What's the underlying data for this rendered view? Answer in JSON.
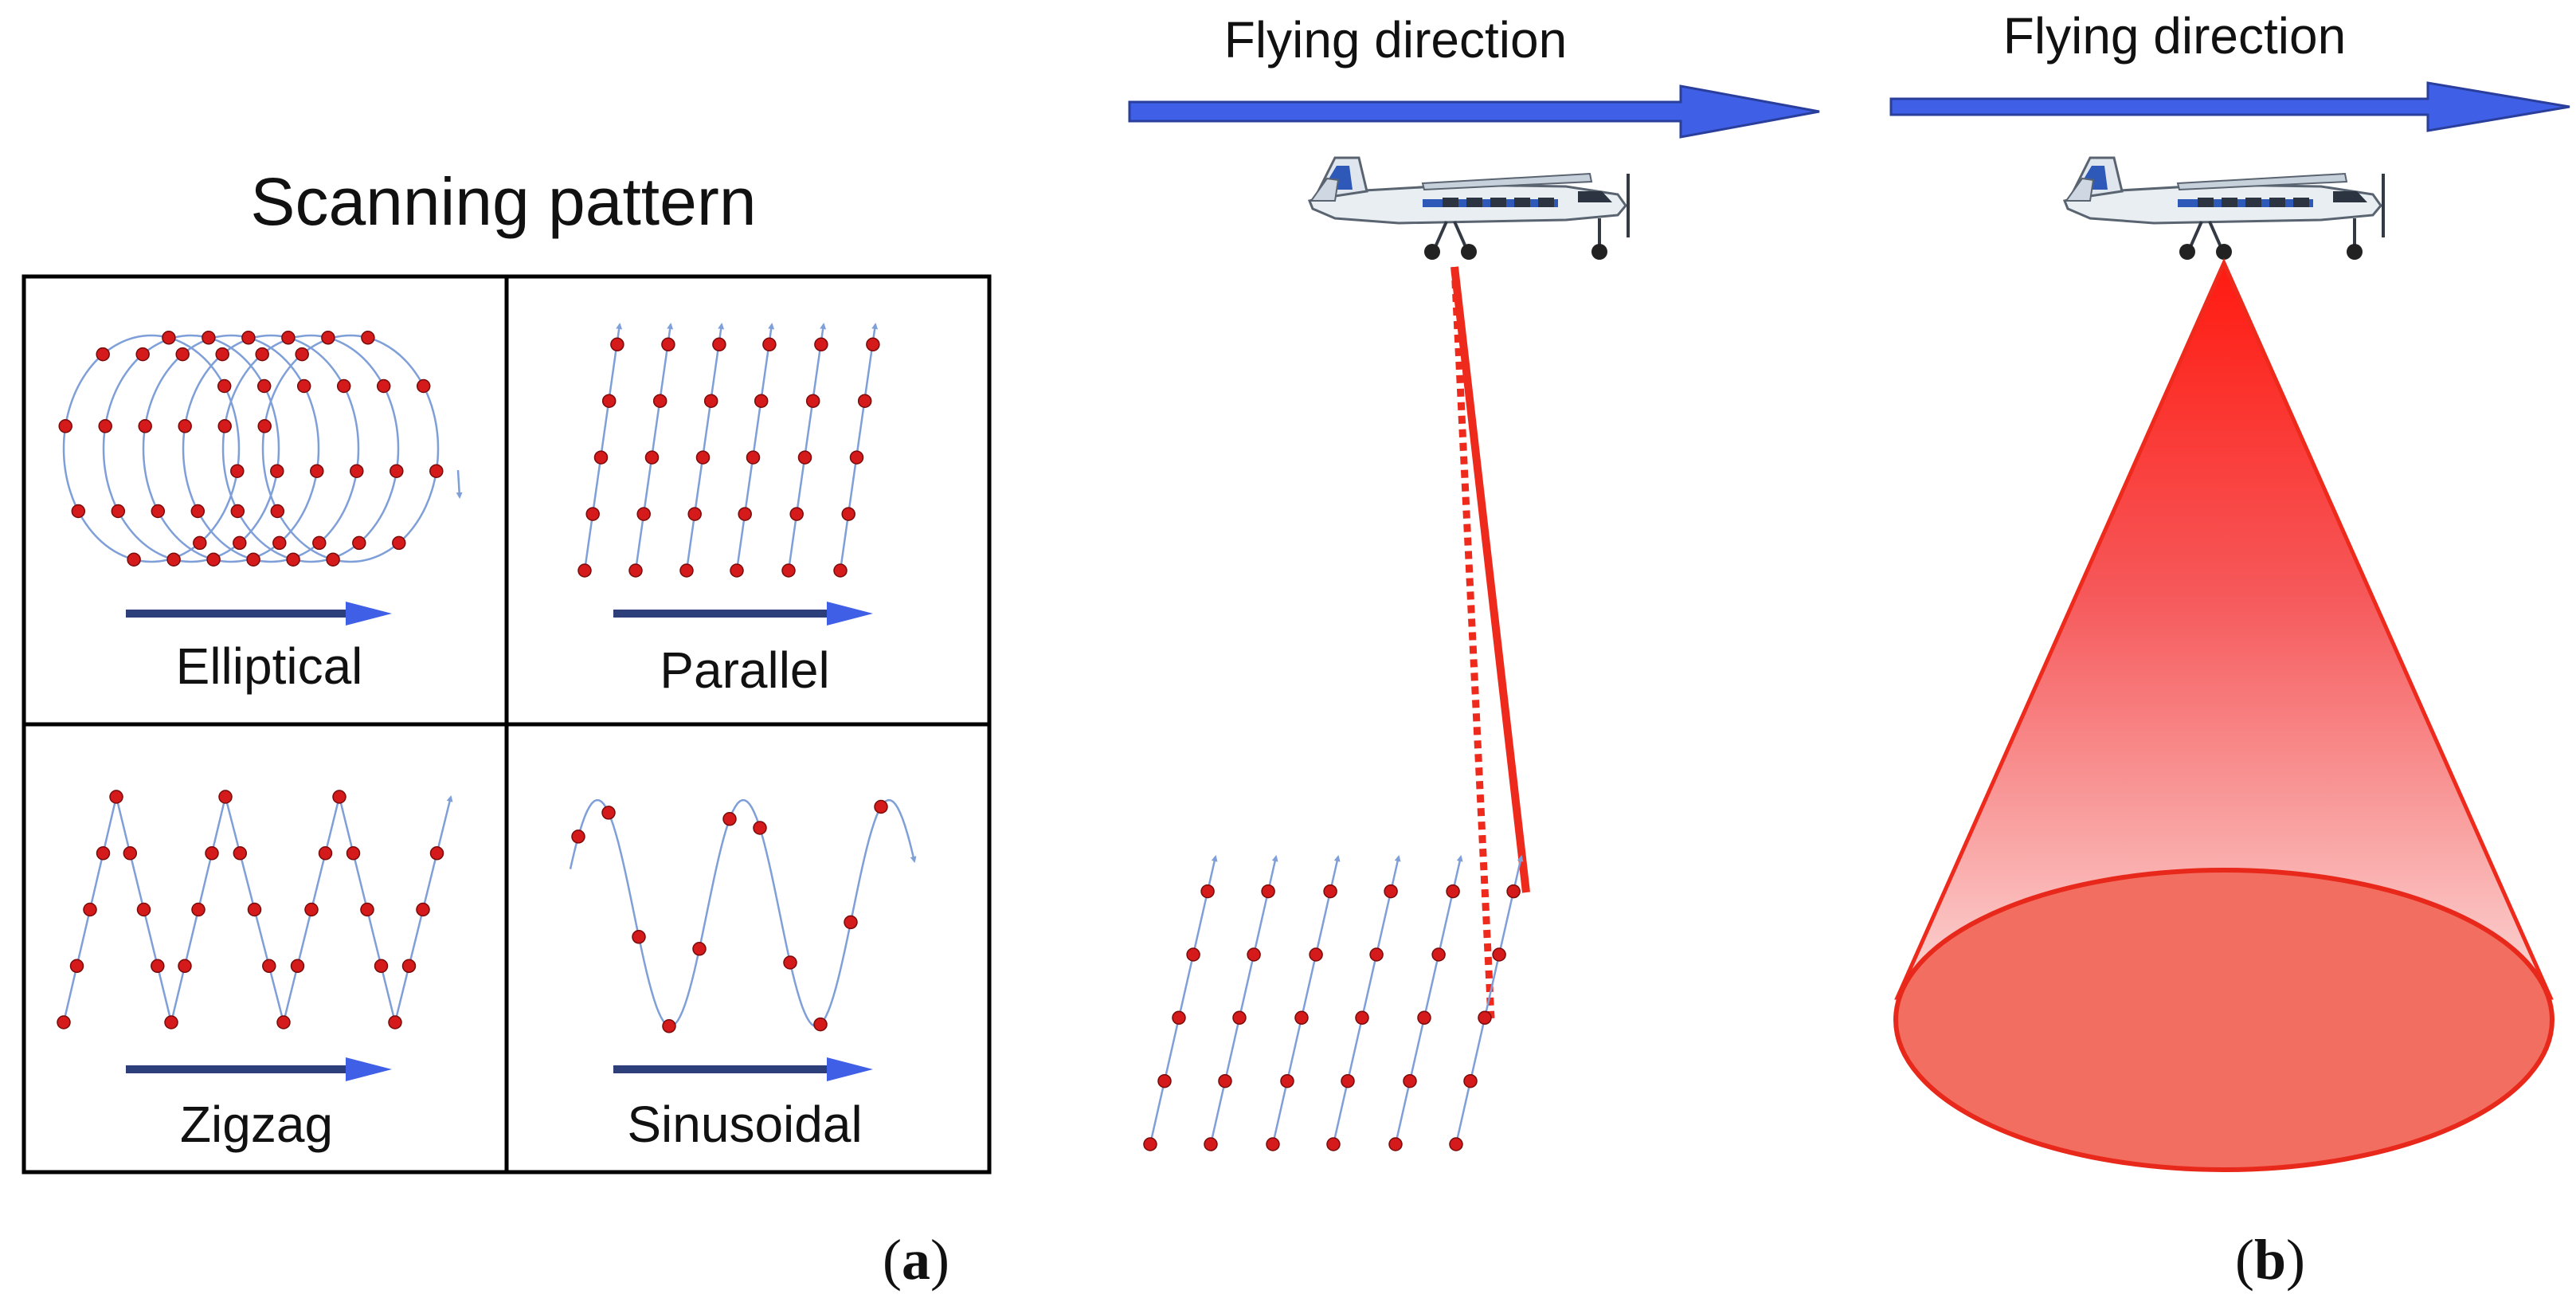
{
  "left_panel": {
    "title": "Scanning pattern",
    "patterns": [
      {
        "key": "elliptical",
        "label": "Elliptical"
      },
      {
        "key": "parallel",
        "label": "Parallel"
      },
      {
        "key": "zigzag",
        "label": "Zigzag"
      },
      {
        "key": "sinusoidal",
        "label": "Sinusoidal"
      }
    ],
    "subfigure_label": "(a)",
    "subfigure_letter": "a"
  },
  "middle_panel": {
    "arrow_label": "Flying direction"
  },
  "right_panel": {
    "arrow_label": "Flying direction",
    "subfigure_label": "(b)",
    "subfigure_letter": "b"
  },
  "colors": {
    "arrow_blue": "#3f5fe6",
    "arrow_dark": "#2c3f7a",
    "point_red": "#d41a1a",
    "trace_blue": "#7f9fd8",
    "laser_red": "#ee2a1c",
    "cone_red": "#ff2a1a",
    "grid_line": "#000000"
  },
  "icons": [
    "airplane-icon",
    "airplane-icon"
  ]
}
